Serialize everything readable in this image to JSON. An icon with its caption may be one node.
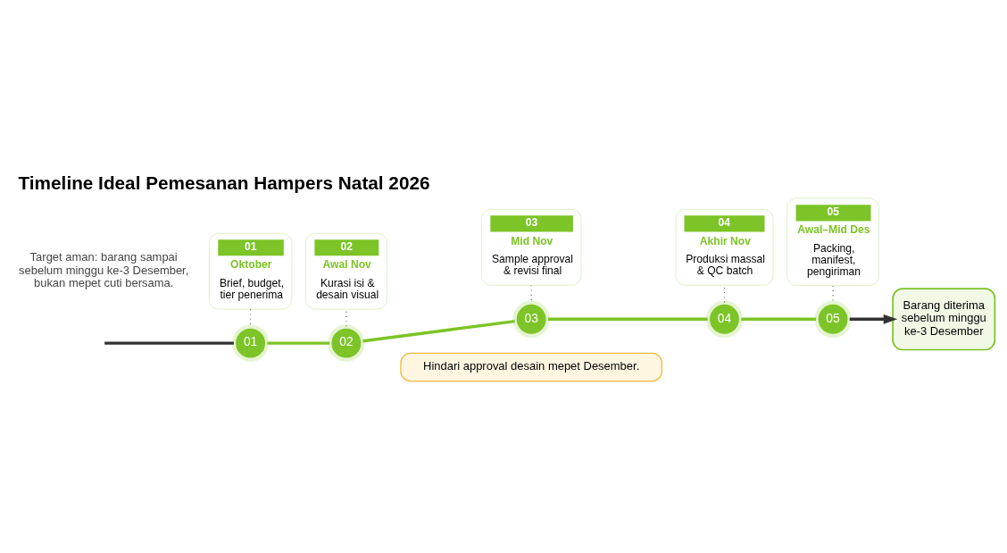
{
  "diagram": {
    "title": "Timeline Ideal Pemesanan Hampers Natal 2026",
    "nodes": [
      {
        "text": [
          "01",
          "Oktober",
          "Brief, budget, tier penerima"
        ]
      },
      {
        "text": [
          "01"
        ]
      },
      {
        "text": [
          "02",
          "Awal Nov",
          "Kurasi isi & desain visual"
        ]
      },
      {
        "text": [
          "02"
        ]
      },
      {
        "text": [
          "03",
          "Mid Nov",
          "Sample approval & revisi final"
        ]
      },
      {
        "text": [
          "03"
        ]
      },
      {
        "text": [
          "04",
          "Akhir Nov",
          "Produksi massal & QC batch"
        ]
      },
      {
        "text": [
          "04"
        ]
      },
      {
        "text": [
          "05",
          "Awal–Mid Des",
          "Packing, manifest, pengiriman"
        ]
      },
      {
        "text": [
          "05"
        ]
      },
      {
        "text": [
          "Barang diterima sebelum minggu ke-3 Desember"
        ]
      },
      {
        "text": [
          "Hindari approval desain mepet Desember."
        ]
      }
    ],
    "edges": [
      {
        "from": null,
        "to": 1,
        "arrow": "none",
        "color": "#333333"
      },
      {
        "from": 1,
        "to": 3,
        "arrow": "none",
        "color": "#7cc427"
      },
      {
        "from": 3,
        "to": 5,
        "arrow": "none",
        "color": "#7cc427"
      },
      {
        "from": 5,
        "to": 7,
        "arrow": "none",
        "color": "#7cc427"
      },
      {
        "from": 7,
        "to": 9,
        "arrow": "none",
        "color": "#7cc427"
      },
      {
        "from": 9,
        "to": 10,
        "arrow": "to",
        "color": "#333333"
      },
      {
        "from": 0,
        "to": 1,
        "arrow": "none",
        "style": "dashed",
        "color": "#555555"
      },
      {
        "from": 3,
        "to": 2,
        "arrow": "none",
        "style": "dashed",
        "color": "#555555"
      },
      {
        "from": 4,
        "to": 5,
        "arrow": "none",
        "style": "dashed",
        "color": "#555555"
      },
      {
        "from": 7,
        "to": 6,
        "arrow": "none",
        "style": "dashed",
        "color": "#555555"
      },
      {
        "from": 8,
        "to": 9,
        "arrow": "none",
        "style": "dashed",
        "color": "#555555"
      }
    ],
    "labels": [
      "Target aman: barang sampai sebelum minggu ke-3 Desember, bukan mepet cuti bersama."
    ]
  }
}
